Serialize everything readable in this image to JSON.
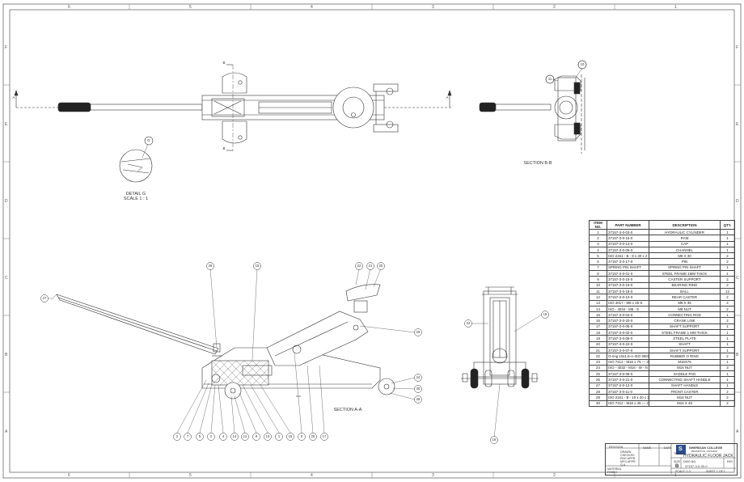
{
  "zones": {
    "columns": [
      "6",
      "5",
      "4",
      "3",
      "2",
      "1"
    ],
    "rows": [
      "F",
      "E",
      "D",
      "C",
      "B",
      "A"
    ]
  },
  "views": {
    "detail_g_title": "DETAIL G",
    "detail_g_scale": "SCALE 1 : 1",
    "detail_g_balloon": "G",
    "section_bb_title": "SECTION B-B",
    "section_aa_title": "SECTION A-A",
    "section_mark_b": "B",
    "section_mark_a": "A"
  },
  "balloons": {
    "bb_view": [
      "10",
      "11"
    ],
    "aa_top": [
      "26",
      "19",
      "22",
      "21",
      "25",
      "27",
      "29",
      "24",
      "30",
      "28"
    ],
    "aa_bottom": [
      "2",
      "7",
      "5",
      "2",
      "4",
      "14",
      "12",
      "9",
      "13",
      "1",
      "15",
      "6",
      "20",
      "17"
    ],
    "end_view": [
      "16",
      "22",
      "18"
    ]
  },
  "bom": {
    "headers": [
      "ITEM NO.",
      "PART NUMBER",
      "DESCRIPTION",
      "QTY."
    ],
    "rows": [
      [
        "1",
        "37157-3-0-03-0",
        "HYDRAULIC CYLINDER",
        "1"
      ],
      [
        "2",
        "37157-3-0-16-0",
        "RAM",
        "1"
      ],
      [
        "3",
        "37157-3-0-14-0",
        "CAP",
        "1"
      ],
      [
        "4",
        "37157-3-0-06-0",
        "CHANNEL",
        "1"
      ],
      [
        "5",
        "ISO 2341 - B - 8 x 30 x 2 - St",
        "M8 X 30",
        "2"
      ],
      [
        "6",
        "37157-3-0-17-0",
        "PIN",
        "2"
      ],
      [
        "7",
        "SPRING PIN SHAFT",
        "SPRING PIN SHAFT",
        "1"
      ],
      [
        "8",
        "37157-3-0-01-0",
        "STEEL FRAME 1MM THICK",
        "1"
      ],
      [
        "9",
        "37157-3-0-15-0",
        "CASTER SUPPORT",
        "2"
      ],
      [
        "10",
        "37157-3-0-19-0",
        "BEARING RING",
        "2"
      ],
      [
        "11",
        "37157-3-0-18-0",
        "BALL",
        "12"
      ],
      [
        "12",
        "37157-3-0-10-0",
        "REAR CASTER",
        "2"
      ],
      [
        "13",
        "ISO 4017 - M8 x 35-S",
        "M8 X 35",
        "2"
      ],
      [
        "14",
        "ISO - 4034 - M8 - S",
        "M8 NUT",
        "2"
      ],
      [
        "15",
        "37157-3-0-04-0",
        "CONNECTING ROD",
        "1"
      ],
      [
        "16",
        "37157-3-0-20-0",
        "CRANK LINK",
        "2"
      ],
      [
        "17",
        "37157-3-0-05-0",
        "SHAFT SUPPORT",
        "1"
      ],
      [
        "18",
        "37157-3-0-02-0",
        "STEEL FRAME 1 MM THICK",
        "1"
      ],
      [
        "19",
        "37157-3-0-08-0",
        "STEEL PLATE",
        "1"
      ],
      [
        "20",
        "37157-3-0-22-0",
        "SHAFT",
        "1"
      ],
      [
        "21",
        "37157-3-0-07-0",
        "SHAFT SUPPORT",
        "1"
      ],
      [
        "22",
        "O-ring 10x1.8-A-ISO 3601-1",
        "RUBBER O RING",
        "2"
      ],
      [
        "23",
        "ISO 7412 - M16 x 75 --- 31-WS",
        "M16X75",
        "1"
      ],
      [
        "24",
        "ISO - 4032 - M16 - W - N",
        "M16 NUT",
        "3"
      ],
      [
        "25",
        "37157-3-0-09-0",
        "SADDLE PAD",
        "1"
      ],
      [
        "26",
        "37157-3-0-21-0",
        "CONNECTING SHAFT HANDLE",
        "1"
      ],
      [
        "27",
        "37157-3-0-12-0",
        "SHAFT HANDLE",
        "1"
      ],
      [
        "28",
        "37157-3-0-11-0",
        "FRONT CASTER",
        "2"
      ],
      [
        "29",
        "ISO 2341 - B - 10 x 20 x 2.5 - St",
        "M16 NUT",
        "2"
      ],
      [
        "30",
        "ISO 7412 - M16 x 45 --- 26-WN",
        "M16 X 45",
        "2"
      ]
    ]
  },
  "title_block": {
    "college": "SHERIDAN COLLEGE",
    "college_sub": "BRAMPTON, ONTARIO",
    "logo_letter": "S",
    "drawing_title": "HYDRAULIC FLOOR JACK",
    "drawing_number": "37157-3-0-00-0",
    "size": "B",
    "scale": "SCALE: 1:3",
    "sheet": "SHEET 1 OF 1",
    "labels": [
      "REVISION",
      "DRAWN",
      "CHECKED",
      "ENG APPR.",
      "MFG APPR.",
      "Q.A.",
      "MATERIAL",
      "FINISH",
      "NAME",
      "DATE",
      "TITLE:",
      "SIZE",
      "DWG NO.",
      "REV"
    ]
  }
}
